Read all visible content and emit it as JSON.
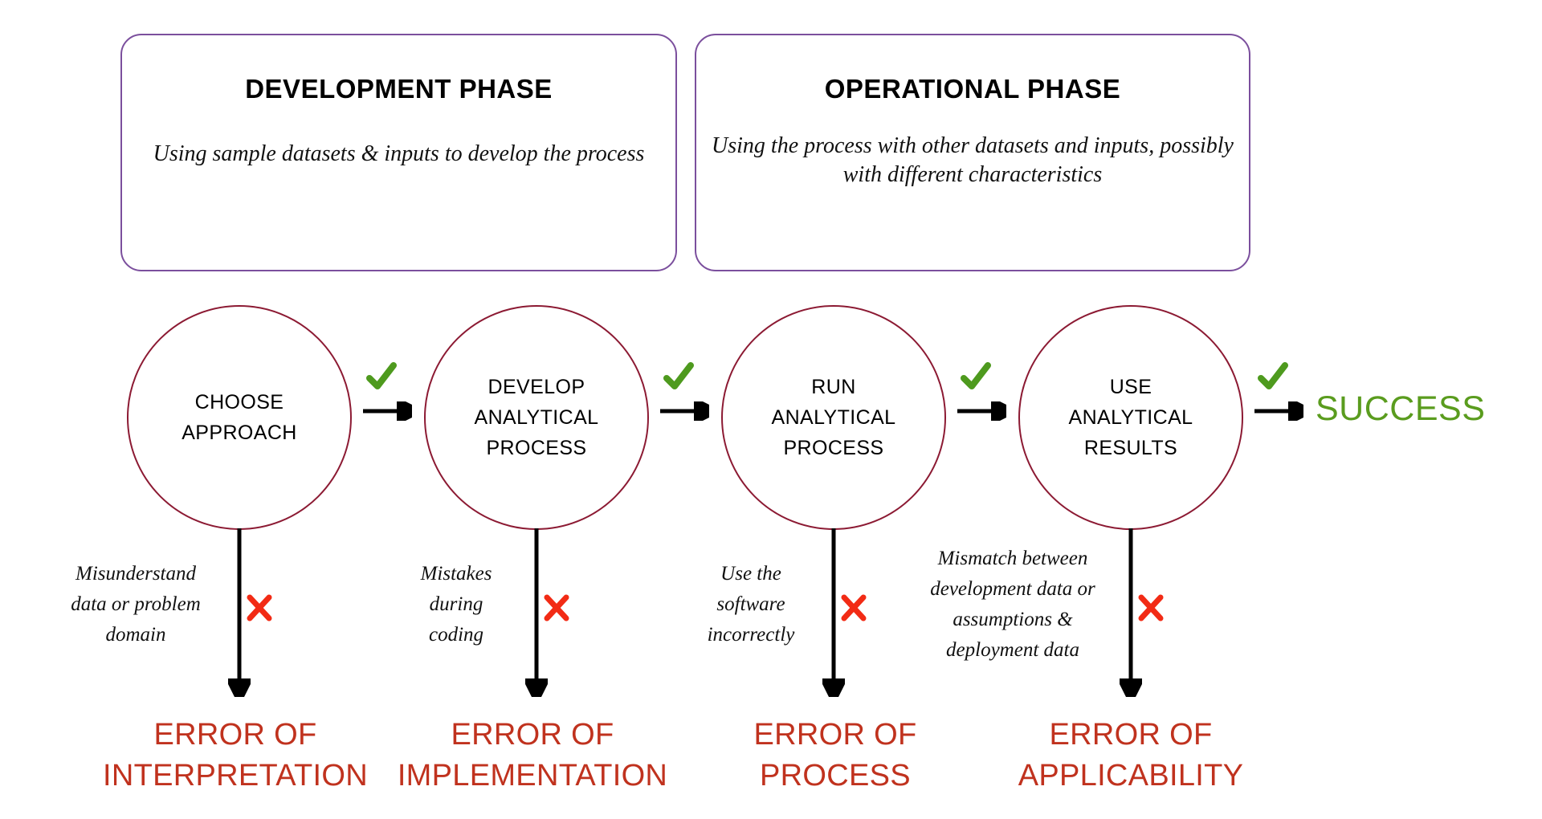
{
  "diagram": {
    "title": "Analytical process phases and error modes",
    "colors": {
      "phase_box_border": "#7b4f9d",
      "circle_border": "#8c1a33",
      "check_green": "#4e9a1e",
      "success_green": "#5a9c1e",
      "error_red": "#c0321e",
      "x_red": "#f22b15",
      "arrow_black": "#000000",
      "background": "#ffffff"
    }
  },
  "phases": [
    {
      "id": "development",
      "title": "DEVELOPMENT PHASE",
      "description": "Using sample datasets & inputs\nto develop the process"
    },
    {
      "id": "operational",
      "title": "OPERATIONAL PHASE",
      "description": "Using the process with other\ndatasets and inputs, possibly\nwith different characteristics"
    }
  ],
  "stages": [
    {
      "id": "choose-approach",
      "label": "CHOOSE\nAPPROACH"
    },
    {
      "id": "develop-process",
      "label": "DEVELOP\nANALYTICAL\nPROCESS"
    },
    {
      "id": "run-process",
      "label": "RUN\nANALYTICAL\nPROCESS"
    },
    {
      "id": "use-results",
      "label": "USE\nANALYTICAL\nRESULTS"
    }
  ],
  "success": {
    "label": "SUCCESS"
  },
  "checks": {
    "glyph": "✔",
    "count": 4
  },
  "failures": [
    {
      "id": "interpretation",
      "cause": "Misunderstand\ndata or problem\ndomain",
      "error": "ERROR OF\nINTERPRETATION",
      "mark": "✗"
    },
    {
      "id": "implementation",
      "cause": "Mistakes\nduring\ncoding",
      "error": "ERROR OF\nIMPLEMENTATION",
      "mark": "✗"
    },
    {
      "id": "process",
      "cause": "Use the\nsoftware\nincorrectly",
      "error": "ERROR OF\nPROCESS",
      "mark": "✗"
    },
    {
      "id": "applicability",
      "cause": "Mismatch between\ndevelopment data or\nassumptions &\ndeployment data",
      "error": "ERROR OF\nAPPLICABILITY",
      "mark": "✗"
    }
  ]
}
